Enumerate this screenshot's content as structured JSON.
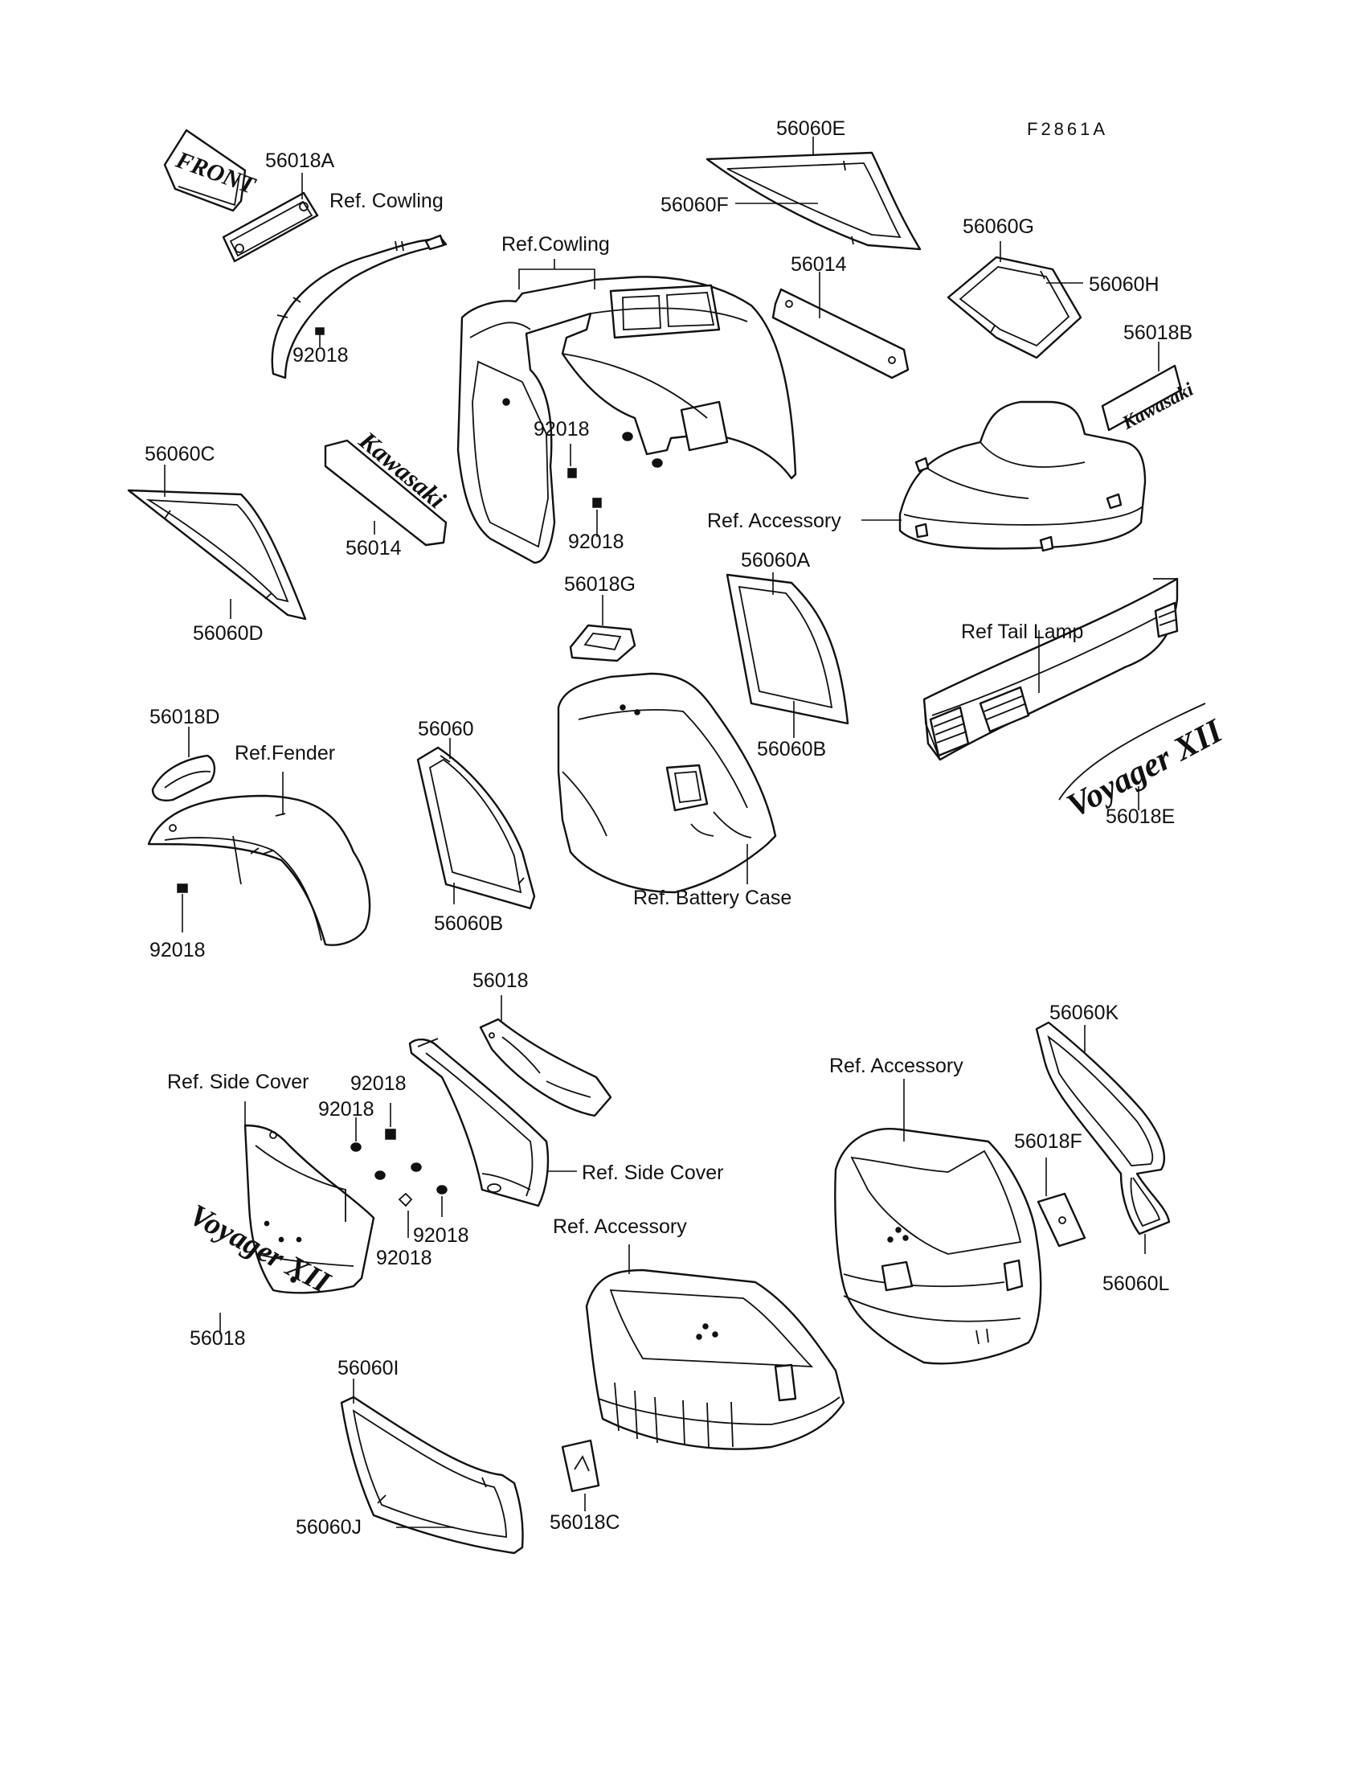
{
  "diagram_code": "F2861A",
  "front_arrow": "FRONT",
  "labels": {
    "l_56018A": "56018A",
    "l_ref_cowling_1": "Ref. Cowling",
    "l_92018_a": "92018",
    "l_ref_cowling_2": "Ref.Cowling",
    "l_56060E": "56060E",
    "l_56060F": "56060F",
    "l_56060G": "56060G",
    "l_56060H": "56060H",
    "l_56014_a": "56014",
    "l_56018B": "56018B",
    "l_56060C": "56060C",
    "l_56014_b": "56014",
    "l_56060D": "56060D",
    "l_92018_b": "92018",
    "l_92018_c": "92018",
    "l_ref_accessory_1": "Ref. Accessory",
    "l_56060A": "56060A",
    "l_56018G": "56018G",
    "l_ref_tail_lamp": "Ref  Tail Lamp",
    "l_56018D": "56018D",
    "l_ref_fender": "Ref.Fender",
    "l_56060": "56060",
    "l_56060B_a": "56060B",
    "l_56018E": "56018E",
    "l_ref_battery_case": "Ref. Battery Case",
    "l_92018_d": "92018",
    "l_56060B_b": "56060B",
    "l_56018_a": "56018",
    "l_56060K": "56060K",
    "l_ref_side_cover_1": "Ref. Side Cover",
    "l_92018_e": "92018",
    "l_92018_f": "92018",
    "l_ref_accessory_2": "Ref. Accessory",
    "l_ref_side_cover_2": "Ref. Side Cover",
    "l_56018F": "56018F",
    "l_ref_accessory_3": "Ref. Accessory",
    "l_92018_g": "92018",
    "l_92018_h": "92018",
    "l_56060L": "56060L",
    "l_56018_b": "56018",
    "l_56060I": "56060I",
    "l_56060J": "56060J",
    "l_56018C": "56018C"
  },
  "emblems": {
    "kawasaki_1": "Kawasaki",
    "kawasaki_2": "Kawasaki",
    "voyager_1": "Voyager XII",
    "voyager_2": "Voyager XII"
  }
}
